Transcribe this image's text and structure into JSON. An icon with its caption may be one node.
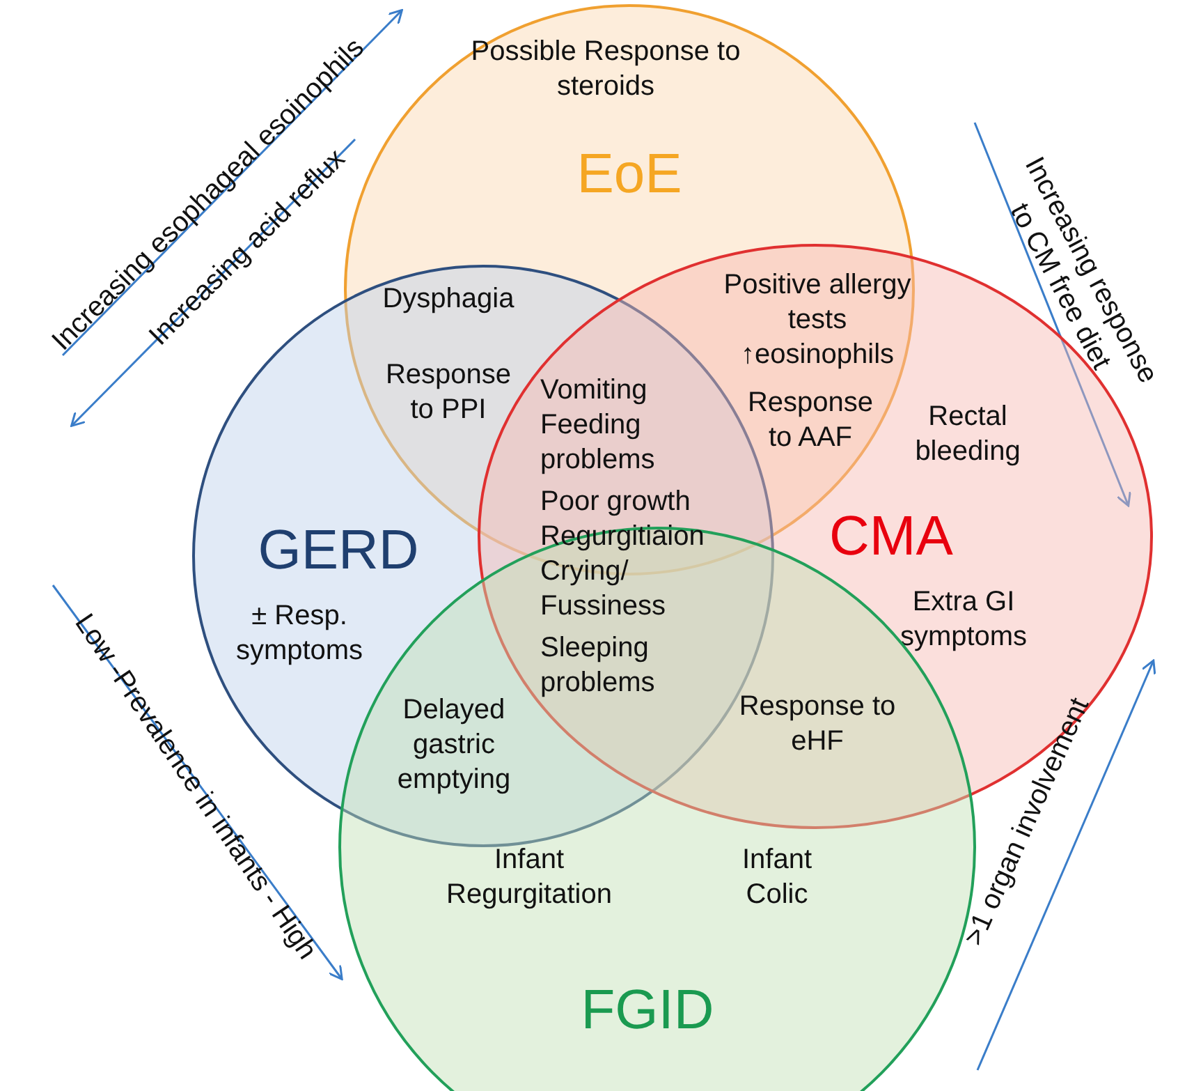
{
  "diagram": {
    "nodes": [
      {
        "text": [
          "Possible Response to steroids",
          "EoE"
        ]
      },
      {
        "text": [
          "GERD",
          "± Resp. symptoms"
        ]
      },
      {
        "text": [
          "Rectal bleeding",
          "CMA",
          "Extra GI symptoms"
        ]
      },
      {
        "text": [
          "Infant Regurgitation",
          "Infant Colic",
          "FGID"
        ]
      }
    ],
    "labels": [
      "Increasing esophageal esoinophils",
      "Increasing acid reflux",
      "Increasing response to CM free diet",
      "Dysphagia",
      "Positive allergy tests ↑eosinophils",
      "Response to PPI",
      "Vomiting",
      "Feeding problems",
      "Response to AAF",
      "Poor growth",
      "Regurgitiaion",
      "Crying/ Fussiness",
      "Sleeping problems",
      "Low -Prevalence in infants - High",
      "Delayed gastric emptying",
      "Response to eHF",
      ">1 organ involvement"
    ]
  }
}
